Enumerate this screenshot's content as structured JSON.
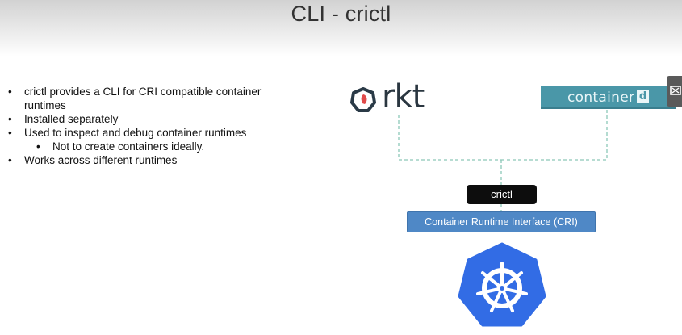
{
  "slide": {
    "title": "CLI - crictl"
  },
  "bullets": [
    {
      "text": "crictl provides a CLI for CRI compatible container runtimes",
      "level": 1
    },
    {
      "text": "Installed separately",
      "level": 1
    },
    {
      "text": "Used to inspect and debug container runtimes",
      "level": 1
    },
    {
      "text": "Not to create containers ideally.",
      "level": 2
    },
    {
      "text": "Works across different runtimes",
      "level": 1
    }
  ],
  "diagram": {
    "rkt_label": "rkt",
    "containerd_label": "container",
    "containerd_d": "d",
    "crictl_label": "crictl",
    "cri_label": "Container Runtime Interface (CRI)"
  },
  "icons": {
    "rkt_logo": "rkt-logo-icon",
    "containerd_logo": "containerd-logo",
    "kubernetes_logo": "kubernetes-helm-wheel-icon",
    "edge_button": "expand-icon"
  },
  "colors": {
    "containerd": "#4a97a8",
    "cri": "#4f88c6",
    "kubernetes": "#326ce5",
    "rkt_accent": "#e04a4a",
    "connector": "#8cc8b8"
  }
}
